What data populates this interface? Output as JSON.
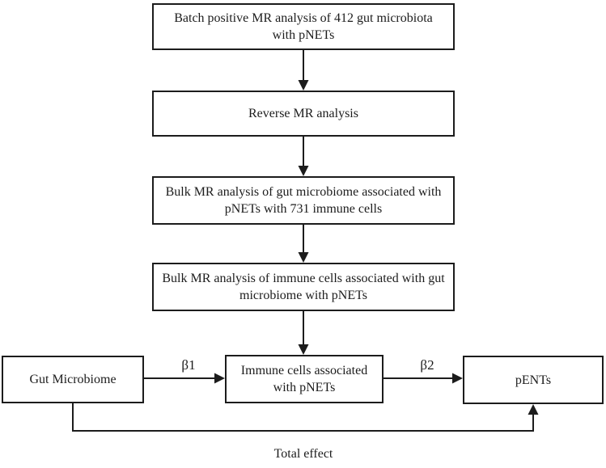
{
  "figure": {
    "type": "flowchart",
    "background_color": "#ffffff",
    "line_color": "#1c1c1c",
    "text_color": "#1c1c1c"
  },
  "nodes": {
    "batch_positive": {
      "lines": [
        "Batch positive MR analysis of 412 gut microbiota",
        "with pNETs"
      ]
    },
    "reverse": {
      "lines": [
        "Reverse MR analysis"
      ]
    },
    "bulk_gut": {
      "lines": [
        "Bulk MR analysis of gut microbiome associated with",
        "pNETs with 731 immune cells"
      ]
    },
    "bulk_immune": {
      "lines": [
        "Bulk MR analysis of immune cells associated with gut",
        "microbiome with pNETs"
      ]
    },
    "gut_microbiome": {
      "lines": [
        "Gut Microbiome"
      ]
    },
    "immune_cells": {
      "lines": [
        "Immune cells associated",
        "with pNETs"
      ]
    },
    "pents": {
      "lines": [
        "pENTs"
      ]
    }
  },
  "edge_labels": {
    "beta1": "β1",
    "beta2": "β2",
    "total_effect": "Total effect"
  }
}
